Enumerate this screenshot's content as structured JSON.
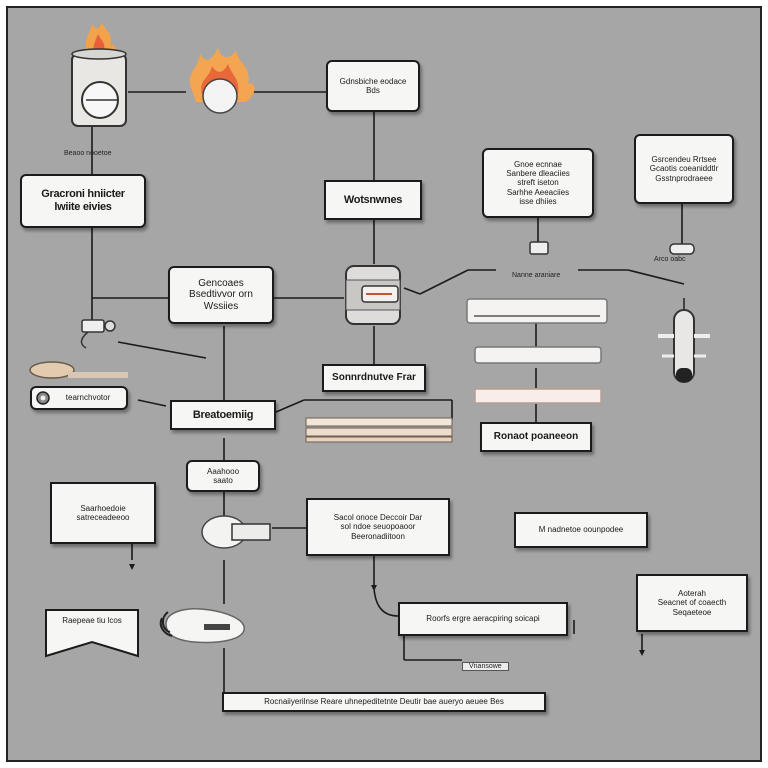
{
  "diagram": {
    "boxes": {
      "top_center": "Gdnsbiche eodace\nBds",
      "left_top": "Gracroni hniicter\nlwiite eivies",
      "center_mid": "Wotsnwnes",
      "right_a": "Gnoe ecnnae\nSanbere dleaciies\nstreft iseton\nSarhhe Aeeaciies\nisse dhiies",
      "right_b": "Gsrcendeu Rrtsee\nGcaotis coeaniddtlr\nGsstnprodraeee",
      "center_left": "Gencoaes\nBsedtivvor orn\nWssiies",
      "left_small": "tearnchvotor",
      "center_label": "Sonnrdnutve Frar",
      "center_wide": "Breatoemiig",
      "right_label": "Ronaot poaneeon",
      "small_node": "Aaahooo\nsaato",
      "left_mid": "Saarhoedoie\nsatreceadeeoo",
      "center_big": "Sacol onoce Deccoir Dar\nsol ndoe seuopoaoor\nBeeronadiitoon",
      "right_c": "M nadnetoe oounpodee",
      "bottom_mid": "Roorfs ergre aeracpiring soicapi",
      "bottom_right": "Aoterah\nSeacnet of coaecth\nSeqaeteoe",
      "bottom_flag": "Raepeae tiu lcos",
      "bottom_wide": "Rocnaiiyerilnse Reare uhnepeditetnte Deutir bae aueryo aeuee Bes"
    },
    "labels": {
      "under_heater": "Beaoo nooetoe",
      "under_right_b": "Arco oabc",
      "right_strip": "Nanne araniare",
      "lower_mid": "Vnansowe"
    }
  }
}
